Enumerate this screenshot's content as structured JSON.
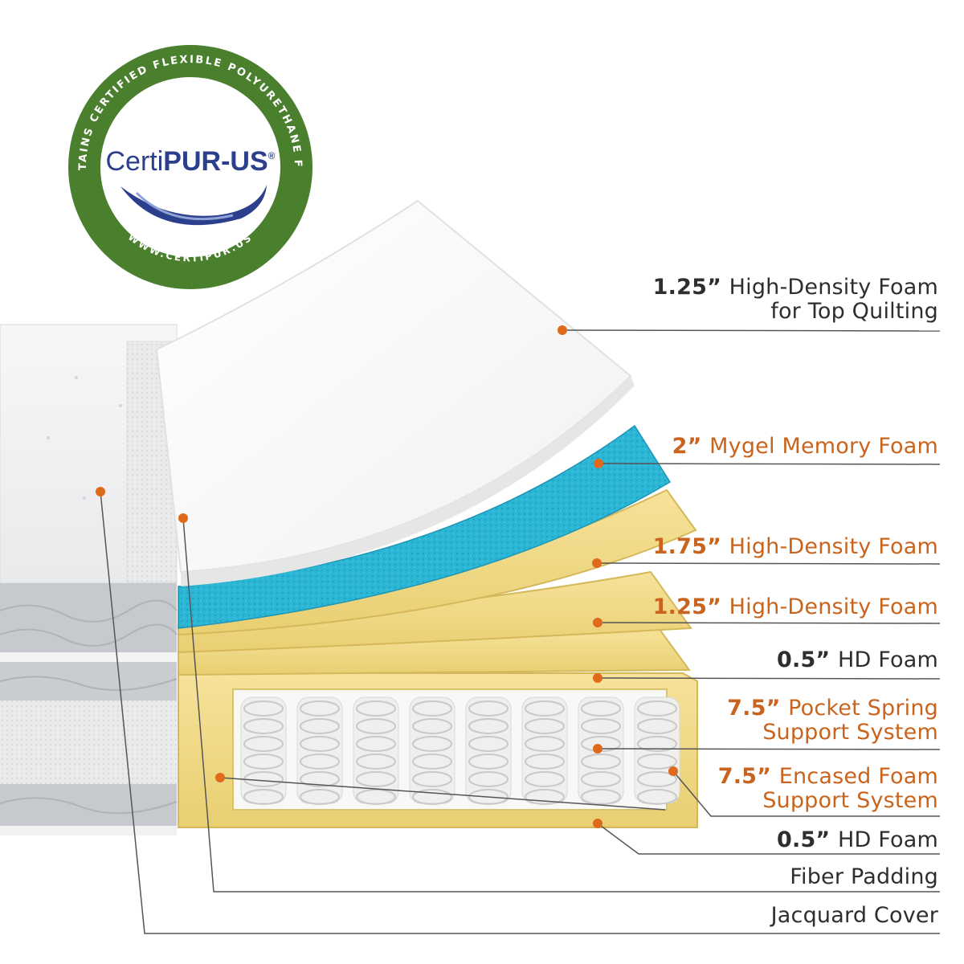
{
  "badge": {
    "brand": "CertiPUR-US",
    "brand_prefix": "Certi",
    "brand_suffix": "PUR-US",
    "registered": "®",
    "ring_text": "CONTAINS CERTIFIED FLEXIBLE POLYURETHANE FOAM",
    "url": "WWW.CERTIPUR.US",
    "colors": {
      "ring": "#4a7f2e",
      "inner": "#ffffff",
      "brand": "#2b3f8c"
    }
  },
  "accent_color": "#e06a1b",
  "layers": [
    {
      "id": "top",
      "num": "1.25”",
      "text": "High-Density Foam",
      "line2": "for Top Quilting",
      "highlight": false
    },
    {
      "id": "gel",
      "num": "2”",
      "text": "Mygel Memory Foam",
      "line2": "",
      "highlight": true
    },
    {
      "id": "hd175",
      "num": "1.75”",
      "text": "High-Density Foam",
      "line2": "",
      "highlight": true
    },
    {
      "id": "hd125",
      "num": "1.25”",
      "text": "High-Density Foam",
      "line2": "",
      "highlight": true
    },
    {
      "id": "hd05a",
      "num": "0.5”",
      "text": "HD Foam",
      "line2": "",
      "highlight": false
    },
    {
      "id": "spring",
      "num": "7.5”",
      "text": "Pocket Spring",
      "line2": "Support System",
      "highlight": true
    },
    {
      "id": "encased",
      "num": "7.5”",
      "text": "Encased Foam",
      "line2": "Support System",
      "highlight": true
    },
    {
      "id": "hd05b",
      "num": "0.5”",
      "text": "HD Foam",
      "line2": "",
      "highlight": false
    },
    {
      "id": "fiber",
      "num": "",
      "text": "Fiber Padding",
      "line2": "",
      "highlight": false
    },
    {
      "id": "cover",
      "num": "",
      "text": "Jacquard Cover",
      "line2": "",
      "highlight": false
    }
  ]
}
